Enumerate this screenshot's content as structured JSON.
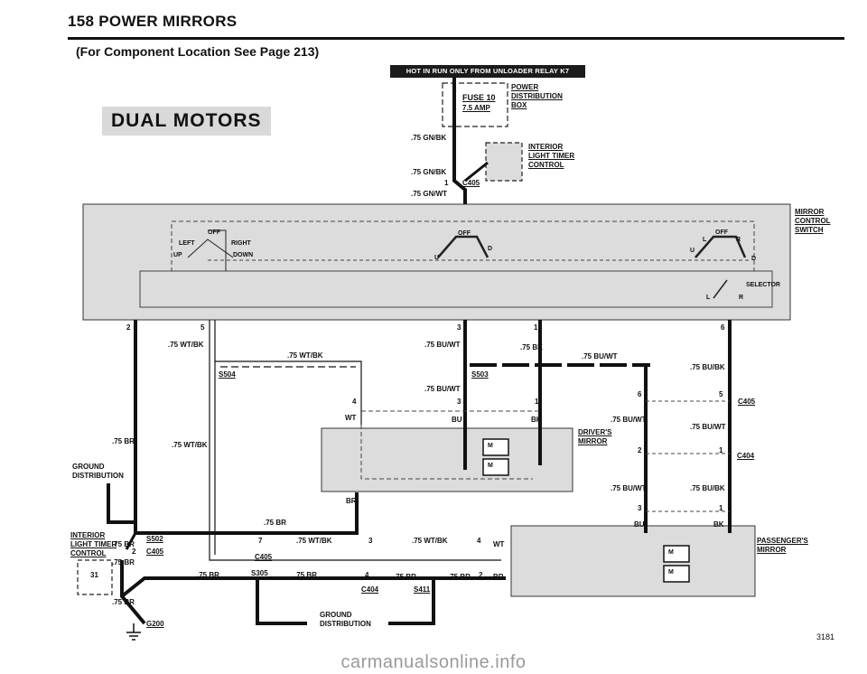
{
  "header": {
    "title": "158 POWER MIRRORS",
    "subtitle": "(For Component Location See Page 213)",
    "dual_motors": "DUAL MOTORS",
    "hot_banner": "HOT IN RUN ONLY FROM UNLOADER RELAY K7"
  },
  "components": {
    "fuse": "FUSE 10",
    "fuse_amp": "7.5 AMP",
    "power_dist": [
      "POWER",
      "DISTRIBUTION",
      "BOX"
    ],
    "interior_timer": [
      "INTERIOR",
      "LIGHT TIMER",
      "CONTROL"
    ],
    "mirror_switch": [
      "MIRROR",
      "CONTROL",
      "SWITCH"
    ],
    "selector": "SELECTOR",
    "drivers_mirror": [
      "DRIVER'S",
      "MIRROR"
    ],
    "passengers_mirror": [
      "PASSENGER'S",
      "MIRROR"
    ],
    "ground_dist_left": [
      "GROUND",
      "DISTRIBUTION"
    ],
    "ground_dist_bottom": [
      "GROUND",
      "DISTRIBUTION"
    ],
    "interior_timer_left": [
      "INTERIOR",
      "LIGHT TIMER",
      "CONTROL"
    ]
  },
  "switch_labels": {
    "off": "OFF",
    "left": "LEFT",
    "right": "RIGHT",
    "up": "UP",
    "down": "DOWN",
    "u": "U",
    "d": "D",
    "l": "L",
    "r": "R",
    "wt": "WT",
    "bu": "BU",
    "bk": "BK",
    "br": "BR",
    "m": "M"
  },
  "connectors": {
    "c405": "C405",
    "c404": "C404",
    "s504": "S504",
    "s503": "S503",
    "s502": "S502",
    "s305": "S305",
    "s411": "S411",
    "g200": "G200"
  },
  "wires": {
    "gn_bk": ".75 GN/BK",
    "gn_wt": ".75 GN/WT",
    "wt_bk": ".75 WT/BK",
    "bu_wt": ".75 BU/WT",
    "bk": ".75 BK",
    "bu_bk": ".75 BU/BK",
    "br": ".75 BR"
  },
  "pins": [
    "1",
    "2",
    "3",
    "4",
    "5",
    "6",
    "7"
  ],
  "page_code": "3181",
  "watermark": "carmanualsonline.info"
}
